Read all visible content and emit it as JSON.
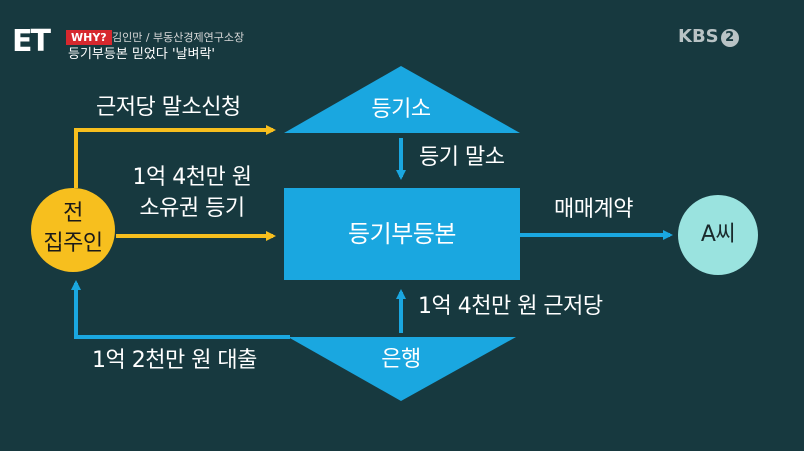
{
  "header": {
    "program_logo": "ET",
    "badge": "WHY?",
    "speaker": "김인만 / 부동산경제연구소장",
    "headline": "등기부등본 믿었다 '날벼락'",
    "channel_logo": "KBS",
    "channel_number": "2"
  },
  "nodes": {
    "registry_office": "등기소",
    "register_doc": "등기부등본",
    "former_owner_line1": "전",
    "former_owner_line2": "집주인",
    "buyer": "A씨",
    "bank": "은행"
  },
  "edges": {
    "mortgage_cancel_request": "근저당 말소신청",
    "ownership_amount": "1억 4천만 원",
    "ownership_registration": "소유권 등기",
    "registry_cancel": "등기 말소",
    "sale_contract": "매매계약",
    "bank_mortgage": "1억 4천만 원 근저당",
    "loan": "1억 2천만 원 대출"
  },
  "colors": {
    "background": "#17393f",
    "blue": "#1aa7e0",
    "yellow": "#f7bf1e",
    "teal_circle": "#9ae3df"
  }
}
